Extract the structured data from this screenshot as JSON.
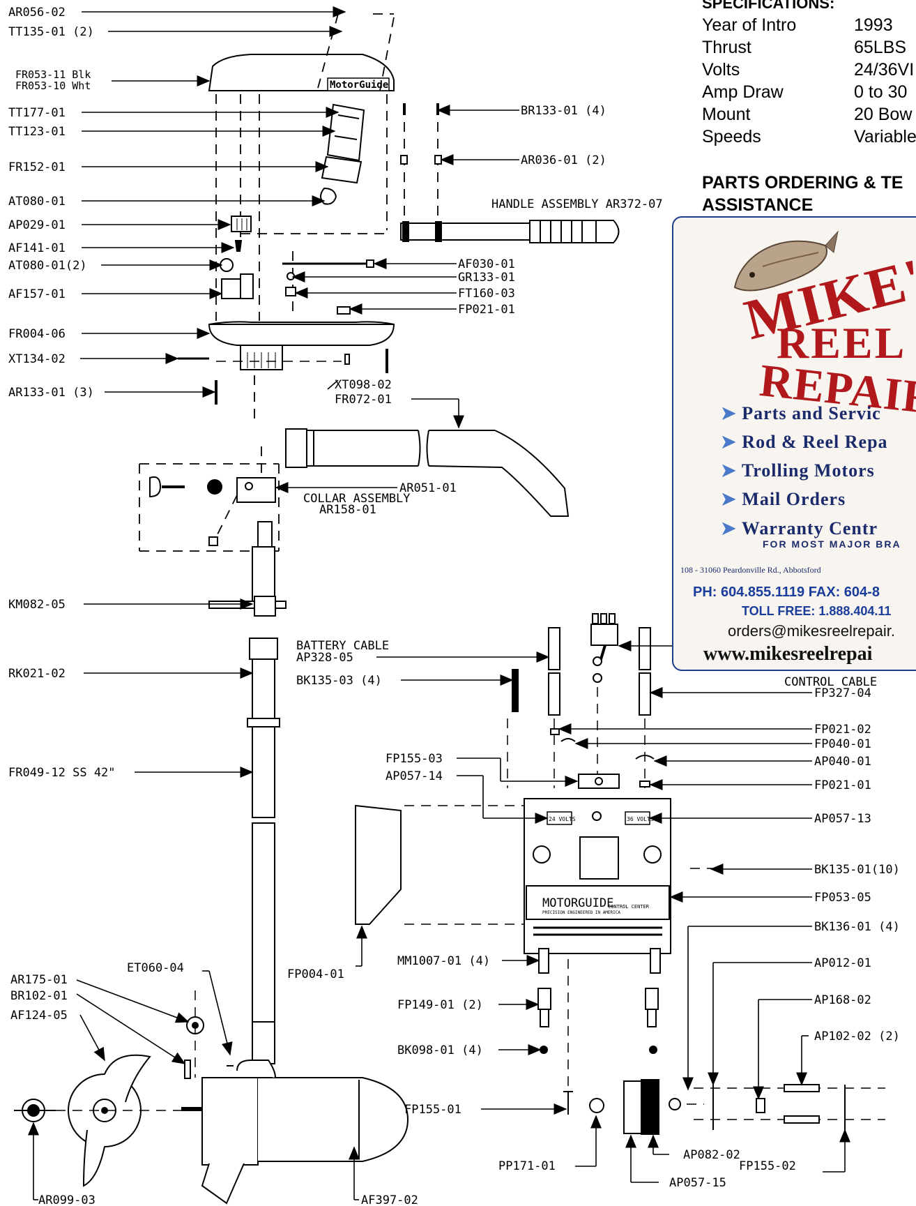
{
  "specifications": {
    "title": "SPECIFICATIONS:",
    "rows": [
      {
        "label": "Year of Intro",
        "value": "1993"
      },
      {
        "label": "Thrust",
        "value": "65LBS"
      },
      {
        "label": "Volts",
        "value": "24/36VI"
      },
      {
        "label": "Amp Draw",
        "value": "0 to 30"
      },
      {
        "label": "Mount",
        "value": "20 Bow"
      },
      {
        "label": "Speeds",
        "value": "Variable"
      }
    ]
  },
  "parts_ordering": {
    "title_line1": "PARTS ORDERING & TE",
    "title_line2": "ASSISTANCE"
  },
  "advert": {
    "line1": "MIKE'S",
    "line2": "REEL",
    "line3": "REPAIRS",
    "services": [
      "Parts and Servic",
      "Rod & Reel Repa",
      "Trolling Motors",
      "Mail Orders",
      "Warranty Centr"
    ],
    "services_note": "FOR MOST MAJOR BRA",
    "address": "108 - 31060 Peardonville Rd., Abbotsford",
    "phone": "PH: 604.855.1119   FAX: 604-8",
    "tollfree": "TOLL FREE: 1.888.404.11",
    "email": "orders@mikesreelrepair.",
    "web": "www.mikesreelrepai"
  },
  "logo_text": "MotorGuide",
  "motorguide_plate": "MOTORGUIDE",
  "motorguide_plate_sub": "PRECISION ENGINEERED IN AMERICA",
  "plate_sub2": "CONTROL CENTER",
  "volts_24": "24 VOLTS",
  "volts_36": "36 VOLTS",
  "labels": {
    "ar056_02": "AR056-02",
    "tt135_01": "TT135-01 (2)",
    "fr053_11": "FR053-11 Blk",
    "fr053_10": "FR053-10 Wht",
    "tt177_01": "TT177-01",
    "tt123_01": "TT123-01",
    "fr152_01": "FR152-01",
    "at080_01": "AT080-01",
    "ap029_01": "AP029-01",
    "af141_01": "AF141-01",
    "at080_01_2": "AT080-01(2)",
    "af157_01": "AF157-01",
    "fr004_06": "FR004-06",
    "xt134_02": "XT134-02",
    "ar133_01": "AR133-01 (3)",
    "xt098_02": "XT098-02",
    "fr072_01": "FR072-01",
    "br133_01": "BR133-01 (4)",
    "ar036_01": "AR036-01 (2)",
    "handle": "HANDLE ASSEMBLY AR372-07",
    "af030_01": "AF030-01",
    "gr133_01": "GR133-01",
    "ft160_03": "FT160-03",
    "fp021_01a": "FP021-01",
    "ar051_01": "AR051-01",
    "collar1": "COLLAR ASSEMBLY",
    "collar2": "AR158-01",
    "km082_05": "KM082-05",
    "rk021_02": "RK021-02",
    "fr049_12": "FR049-12 SS 42\"",
    "battery1": "BATTERY CABLE",
    "battery2": "AP328-05",
    "bk135_03": "BK135-03 (4)",
    "control1": "CONTROL CABLE",
    "control2": "FP327-04",
    "fp021_02": "FP021-02",
    "fp040_01": "FP040-01",
    "ap040_01": "AP040-01",
    "fp021_01b": "FP021-01",
    "fp155_03": "FP155-03",
    "ap057_14": "AP057-14",
    "ap057_13": "AP057-13",
    "bk135_01": "BK135-01(10)",
    "fp053_05": "FP053-05",
    "bk136_01": "BK136-01 (4)",
    "ap012_01": "AP012-01",
    "ap168_02": "AP168-02",
    "ap102_02": "AP102-02 (2)",
    "mm1007": "MM1007-01 (4)",
    "fp149_01": "FP149-01 (2)",
    "bk098_01": "BK098-01 (4)",
    "fp004_01": "FP004-01",
    "et060_04": "ET060-04",
    "ar175_01": "AR175-01",
    "br102_01": "BR102-01",
    "af124_05": "AF124-05",
    "fp155_01": "FP155-01",
    "pp171_01": "PP171-01",
    "ap082_02": "AP082-02",
    "ap057_15": "AP057-15",
    "fp155_02": "FP155-02",
    "ar099_03": "AR099-03",
    "af397_02": "AF397-02"
  }
}
